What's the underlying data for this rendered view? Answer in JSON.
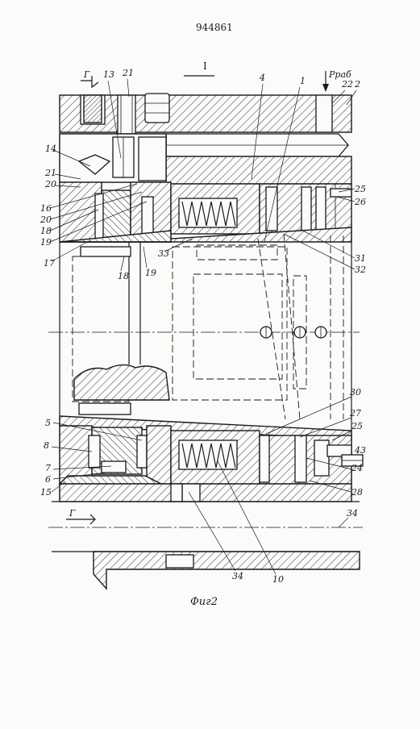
{
  "page_number": "944861",
  "section_mark": "I",
  "cut_mark": "Г",
  "load_label": "Pраб",
  "caption": "Фиг2",
  "callouts": {
    "c13": "13",
    "c21a": "21",
    "c4": "4",
    "c1": "1",
    "c22": "22",
    "c2": "2",
    "c14": "14",
    "c21b": "21",
    "c20a": "20",
    "c25a": "25",
    "c26": "26",
    "c16": "16",
    "c20b": "20",
    "c18a": "18",
    "c19a": "19",
    "c17": "17",
    "c33": "33",
    "c31": "31",
    "c32": "32",
    "c18b": "18",
    "c19b": "19",
    "c30": "30",
    "c27": "27",
    "c25b": "25",
    "c5": "5",
    "c8": "8",
    "c43": "43",
    "c7": "7",
    "c6": "6",
    "c24": "24",
    "c15": "15",
    "c28": "28",
    "c34a": "34",
    "c34b": "34",
    "c10": "10"
  }
}
